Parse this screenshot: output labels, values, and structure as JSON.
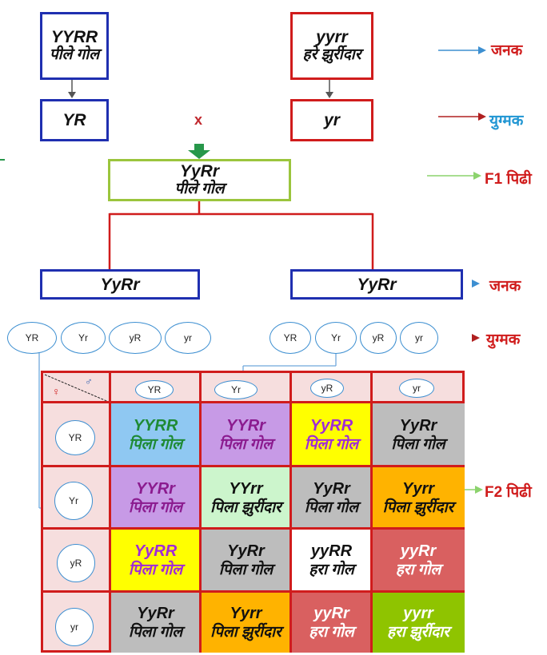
{
  "parents": {
    "p1": {
      "genotype": "YYRR",
      "phenotype": "पीले गोल",
      "gamete": "YR"
    },
    "p2": {
      "genotype": "yyrr",
      "phenotype": "हरे झुर्रीदार",
      "gamete": "yr"
    },
    "cross_symbol": "x"
  },
  "f1": {
    "genotype": "YyRr",
    "phenotype": "पीले गोल"
  },
  "f1_parents": [
    "YyRr",
    "YyRr"
  ],
  "labels": {
    "parent": "जनक",
    "gamete": "युग्मक",
    "f1": "F1 पिढी",
    "parent2": "जनक",
    "gamete2": "युग्मक",
    "f2": "F2 पिढी"
  },
  "gametes_left": [
    "YR",
    "Yr",
    "yR",
    "yr"
  ],
  "gametes_right": [
    "YR",
    "Yr",
    "yR",
    "yr"
  ],
  "punnett": {
    "female_symbol": "♀",
    "male_symbol": "♂",
    "cols": [
      "YR",
      "Yr",
      "yR",
      "yr"
    ],
    "rows": [
      "YR",
      "Yr",
      "yR",
      "yr"
    ],
    "cells": [
      [
        {
          "g": "YYRR",
          "p": "पिला गोल",
          "bg": "#8fc8f2",
          "fg": "#1e8a34"
        },
        {
          "g": "YYRr",
          "p": "पिला गोल",
          "bg": "#c79ae6",
          "fg": "#8b1b8f"
        },
        {
          "g": "YyRR",
          "p": "पिला गोल",
          "bg": "#ffff00",
          "fg": "#a02ad8"
        },
        {
          "g": "YyRr",
          "p": "पिला गोल",
          "bg": "#bdbdbd",
          "fg": "#111111"
        }
      ],
      [
        {
          "g": "YYRr",
          "p": "पिला गोल",
          "bg": "#c79ae6",
          "fg": "#8b1b8f"
        },
        {
          "g": "YYrr",
          "p": "पिला झुर्रीदार",
          "bg": "#ccf5cc",
          "fg": "#111111"
        },
        {
          "g": "YyRr",
          "p": "पिला गोल",
          "bg": "#bdbdbd",
          "fg": "#111111"
        },
        {
          "g": "Yyrr",
          "p": "पिला झुर्रीदार",
          "bg": "#ffb300",
          "fg": "#111111"
        }
      ],
      [
        {
          "g": "YyRR",
          "p": "पिला गोल",
          "bg": "#ffff00",
          "fg": "#a02ad8"
        },
        {
          "g": "YyRr",
          "p": "पिला गोल",
          "bg": "#bdbdbd",
          "fg": "#111111"
        },
        {
          "g": "yyRR",
          "p": "हरा गोल",
          "bg": "#ffffff",
          "fg": "#111111"
        },
        {
          "g": "yyRr",
          "p": "हरा गोल",
          "bg": "#d96060",
          "fg": "#ffffff"
        }
      ],
      [
        {
          "g": "YyRr",
          "p": "पिला गोल",
          "bg": "#bdbdbd",
          "fg": "#111111"
        },
        {
          "g": "Yyrr",
          "p": "पिला झुर्रीदार",
          "bg": "#ffb300",
          "fg": "#111111"
        },
        {
          "g": "yyRr",
          "p": "हरा गोल",
          "bg": "#d96060",
          "fg": "#ffffff"
        },
        {
          "g": "yyrr",
          "p": "हरा झुर्रीदार",
          "bg": "#8fc400",
          "fg": "#ffffff"
        }
      ]
    ]
  },
  "colors": {
    "blue_border": "#1f2fb0",
    "red_border": "#d01c1c",
    "green_border": "#9bc53d",
    "label_red": "#d01c1c",
    "arrow_blue": "#3d8fd1"
  }
}
